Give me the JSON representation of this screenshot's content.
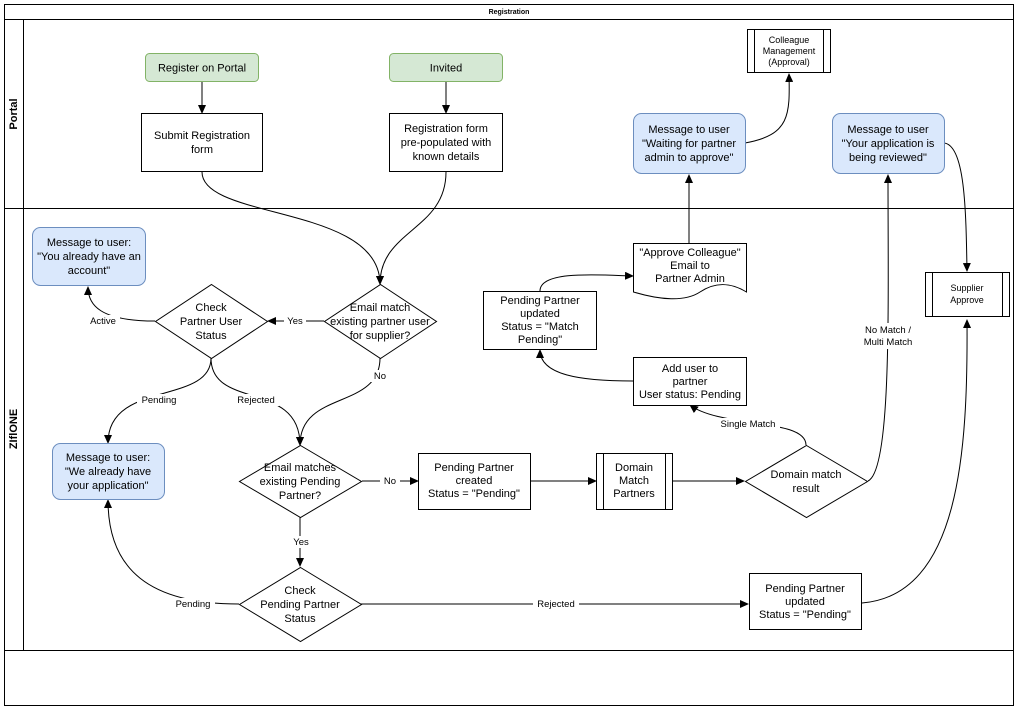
{
  "title": "Registration",
  "lanes": {
    "portal": "Portal",
    "zone": "ZIflONE"
  },
  "colors": {
    "green_fill": "#d5e8d4",
    "green_stroke": "#82b366",
    "blue_fill": "#dae8fc",
    "blue_stroke": "#6c8ebf"
  },
  "nodes": {
    "register": [
      "Register on Portal"
    ],
    "invited": [
      "Invited"
    ],
    "submit_form": [
      "Submit Registration",
      "form"
    ],
    "prepop_form": [
      "Registration form",
      "pre-populated with",
      "known details"
    ],
    "colleague_mgmt": [
      "Colleague",
      "Management",
      "(Approval)"
    ],
    "msg_waiting": [
      "Message to user",
      "\"Waiting for partner",
      "admin to approve\""
    ],
    "msg_reviewed": [
      "Message to user",
      "\"Your application is",
      "being reviewed\""
    ],
    "msg_account": [
      "Message to user:",
      "\"You already have an",
      "account\""
    ],
    "check_partner_user": [
      "Check",
      "Partner User",
      "Status"
    ],
    "email_match_user": [
      "Email match",
      "existing partner user",
      "for supplier?"
    ],
    "approve_email": [
      "\"Approve Colleague\"",
      "Email to",
      "Partner Admin"
    ],
    "pp_match_pending": [
      "Pending Partner",
      "updated",
      "Status = \"Match",
      "Pending\""
    ],
    "add_user": [
      "Add user to",
      "partner",
      "User status: Pending"
    ],
    "supplier_approve": [
      "Supplier",
      "Approve"
    ],
    "msg_already": [
      "Message to user:",
      "\"We already have",
      "your application\""
    ],
    "email_match_pending": [
      "Email matches",
      "existing Pending",
      "Partner?"
    ],
    "pp_created": [
      "Pending Partner",
      "created",
      "Status = \"Pending\""
    ],
    "domain_match_partners": [
      "Domain",
      "Match",
      "Partners"
    ],
    "domain_result": [
      "Domain match",
      "result"
    ],
    "check_pending": [
      "Check",
      "Pending Partner",
      "Status"
    ],
    "pp_updated": [
      "Pending Partner",
      "updated",
      "Status = \"Pending\""
    ]
  },
  "edge_labels": {
    "active": "Active",
    "yes1": "Yes",
    "no1": "No",
    "pending1": "Pending",
    "rejected1": "Rejected",
    "no2": "No",
    "yes2": "Yes",
    "single_match": "Single Match",
    "no_match": [
      "No Match /",
      "Multi Match"
    ],
    "pending2": "Pending",
    "rejected2": "Rejected"
  }
}
